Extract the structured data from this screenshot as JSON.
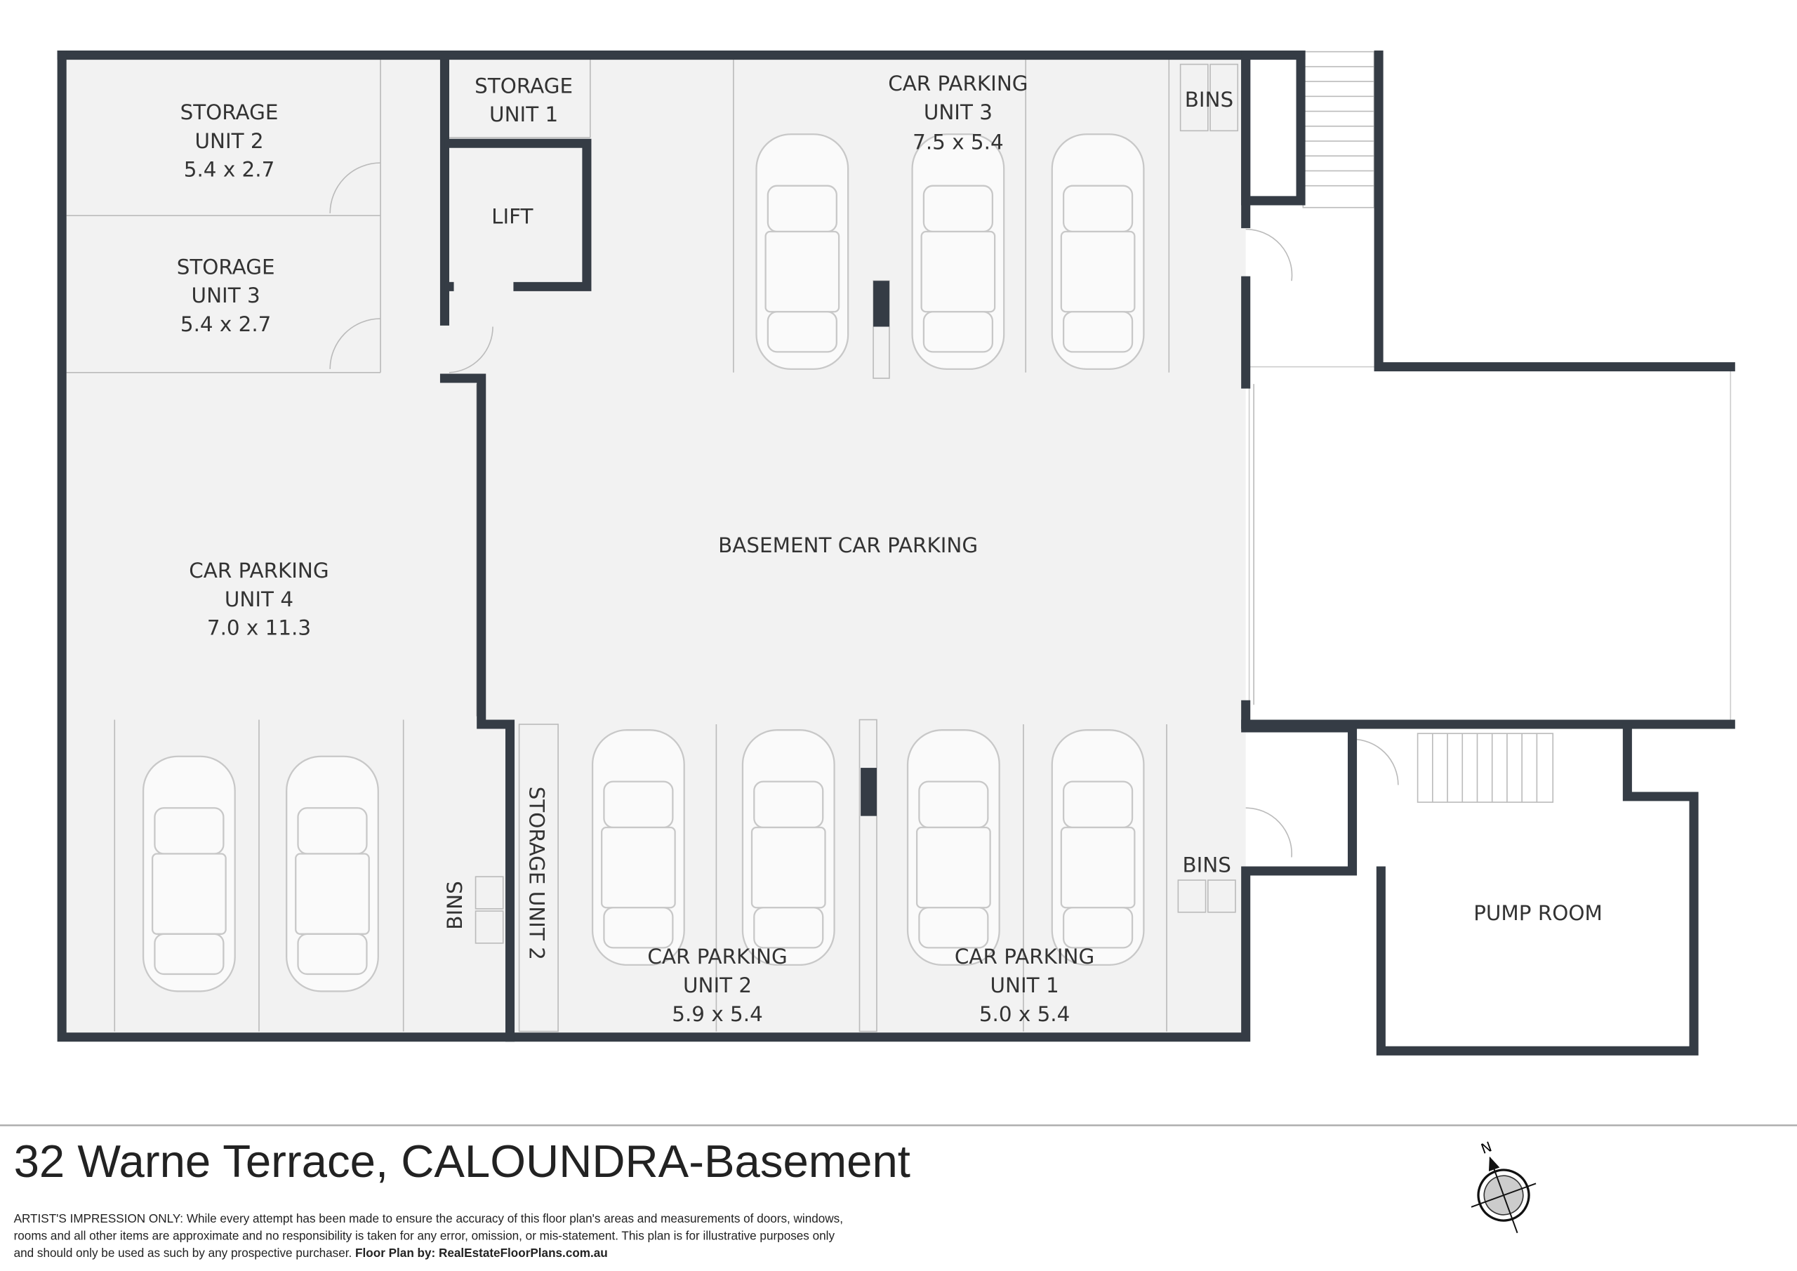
{
  "rooms": {
    "storage2": {
      "line1": "STORAGE",
      "line2": "UNIT 2",
      "dims": "5.4 x 2.7"
    },
    "storage3": {
      "line1": "STORAGE",
      "line2": "UNIT 3",
      "dims": "5.4 x 2.7"
    },
    "storage1": {
      "line1": "STORAGE",
      "line2": "UNIT 1"
    },
    "lift": "LIFT",
    "carpark3": {
      "line1": "CAR PARKING",
      "line2": "UNIT 3",
      "dims": "7.5 x 5.4"
    },
    "bins_top": "BINS",
    "basement": "BASEMENT CAR PARKING",
    "carpark4": {
      "line1": "CAR PARKING",
      "line2": "UNIT 4",
      "dims": "7.0 x 11.3"
    },
    "bins_left": "BINS",
    "storage_unit2_vertical": "STORAGE UNIT 2",
    "carpark2": {
      "line1": "CAR PARKING",
      "line2": "UNIT 2",
      "dims": "5.9 x 5.4"
    },
    "carpark1": {
      "line1": "CAR PARKING",
      "line2": "UNIT 1",
      "dims": "5.0 x 5.4"
    },
    "bins_bottom": "BINS",
    "pump": "PUMP ROOM"
  },
  "footer": {
    "title": "32 Warne Terrace, CALOUNDRA-Basement",
    "disclaimer_1": "ARTIST'S IMPRESSION ONLY: While every attempt has been made to ensure the accuracy of this floor plan's areas and measurements of doors, windows,",
    "disclaimer_2": "rooms and all other items are approximate and no responsibility is taken for any error, omission, or mis-statement. This plan is for illustrative purposes only",
    "disclaimer_3": "and should only be used as such by any prospective purchaser.",
    "credit": "Floor Plan by: RealEstateFloorPlans.com.au",
    "compass_label": "N"
  },
  "colors": {
    "wall": "#353c45",
    "floor": "#f2f2f2"
  }
}
